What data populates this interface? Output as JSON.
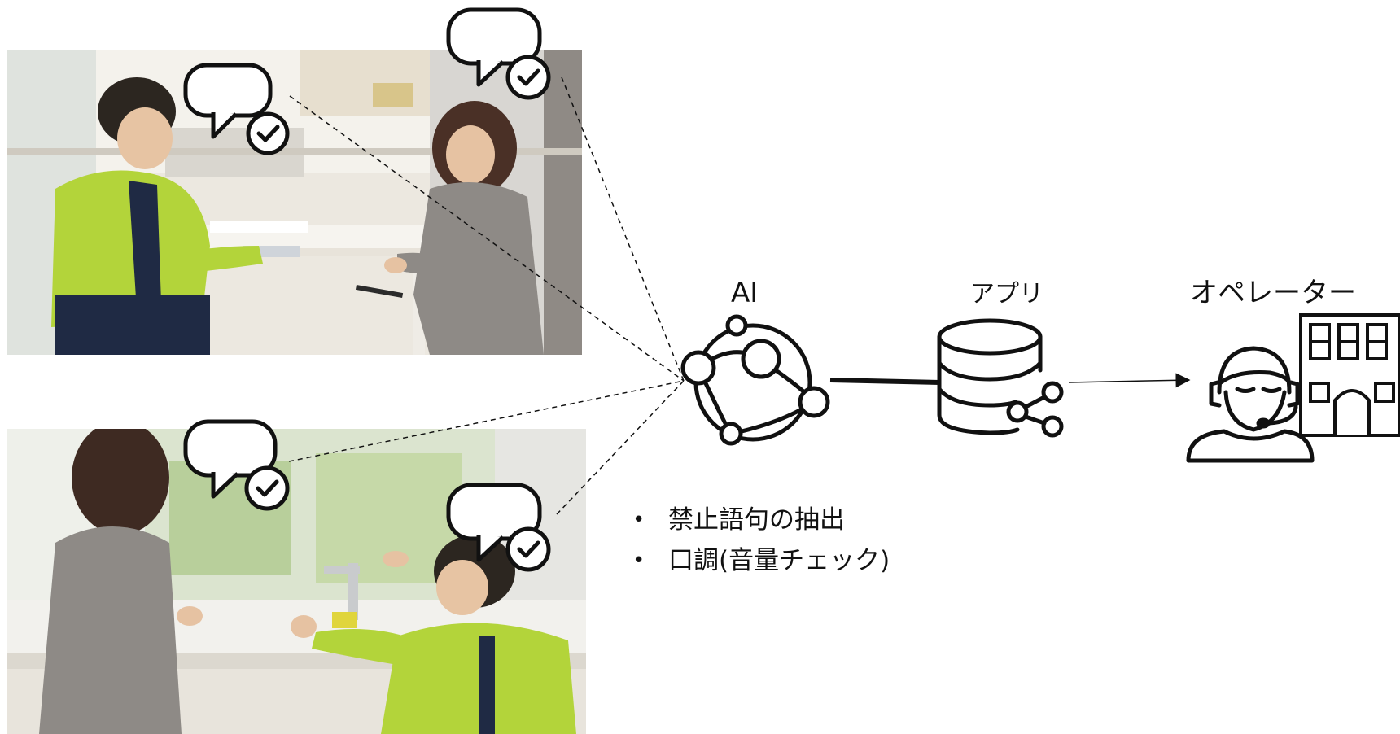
{
  "nodes": {
    "ai": "AI",
    "app": "アプリ",
    "operator": "オペレーター"
  },
  "ai_functions": [
    "禁止語句の抽出",
    "口調(音量チェック)"
  ],
  "icons": {
    "ai": "ai-network-globe-icon",
    "app": "database-share-icon",
    "operator": "operator-headset-icon",
    "building": "office-building-icon",
    "speech": "speech-bubble-check-icon"
  },
  "colors": {
    "line": "#111111",
    "jacket": "#b3d43a",
    "background": "#ffffff"
  }
}
